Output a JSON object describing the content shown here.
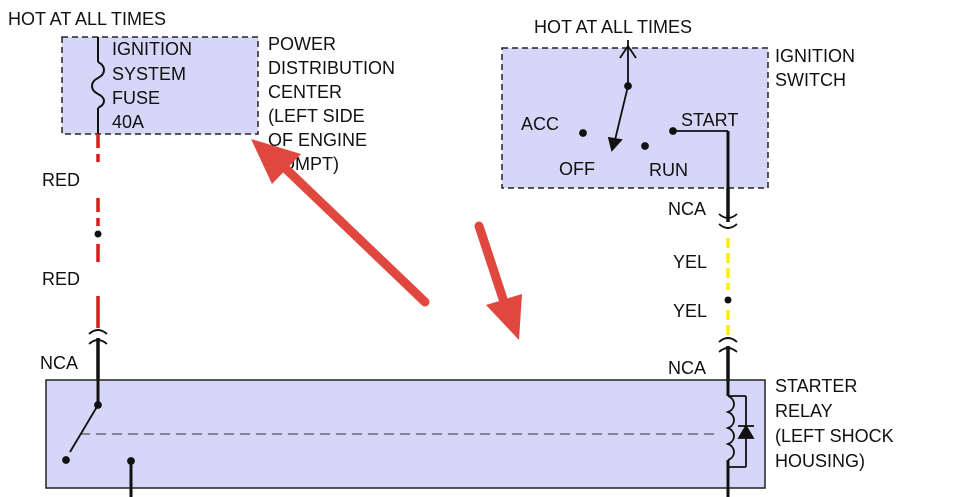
{
  "colors": {
    "box_fill": "#d6d6f8",
    "wire_red": "#e01818",
    "wire_yellow": "#ffee00",
    "wire_black": "#111111",
    "arrow": "#e0473e"
  },
  "fuse_block": {
    "hot_label": "HOT AT ALL TIMES",
    "fuse_lines": [
      "IGNITION",
      "SYSTEM",
      "FUSE",
      "40A"
    ],
    "location_lines": [
      "POWER",
      "DISTRIBUTION",
      "CENTER",
      "(LEFT SIDE",
      "OF ENGINE",
      "COMPT)"
    ]
  },
  "ignition_switch": {
    "hot_label": "HOT AT ALL TIMES",
    "title_lines": [
      "IGNITION",
      "SWITCH"
    ],
    "positions": {
      "acc": "ACC",
      "off": "OFF",
      "run": "RUN",
      "start": "START"
    }
  },
  "wires": {
    "left_upper": "RED",
    "left_lower": "RED",
    "right_upper": "YEL",
    "right_lower": "YEL"
  },
  "connectors": {
    "left_bottom": "NCA",
    "right_top": "NCA",
    "right_bottom": "NCA"
  },
  "starter_relay": {
    "title_lines": [
      "STARTER",
      "RELAY",
      "(LEFT SHOCK",
      "HOUSING)"
    ]
  },
  "annotations": {
    "arrows": [
      "arrow-pointing-to-fuse",
      "arrow-pointing-to-relay"
    ]
  }
}
